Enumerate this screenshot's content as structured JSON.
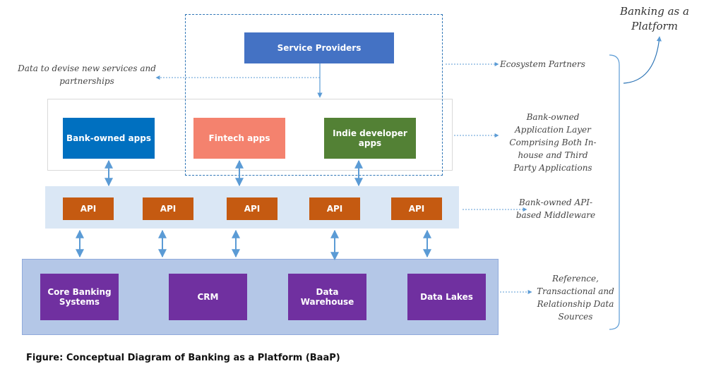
{
  "title": "Banking as a\nPlatform",
  "top": {
    "service_providers": "Service Providers",
    "data_note": "Data to devise new services and\npartnerships"
  },
  "apps": {
    "bank_owned": "Bank-owned apps",
    "fintech": "Fintech apps",
    "indie": "Indie developer\napps"
  },
  "api_label": "API",
  "data_sources": {
    "core_banking": "Core Banking\nSystems",
    "crm": "CRM",
    "data_warehouse": "Data\nWarehouse",
    "data_lakes": "Data Lakes"
  },
  "side_notes": {
    "ecosystem": "Ecosystem Partners",
    "app_layer": "Bank-owned\nApplication Layer\nComprising Both In-\nhouse and Third\nParty Applications",
    "middleware": "Bank-owned API-\nbased Middleware",
    "sources": "Reference,\nTransactional and\nRelationship Data\nSources"
  },
  "caption": "Figure: Conceptual Diagram of Banking as a Platform (BaaP)",
  "colors": {
    "service_providers": "#4472c4",
    "bank_owned": "#0070c0",
    "fintech": "#f4826e",
    "indie": "#538135",
    "api": "#c55a11",
    "data_source": "#7030a0",
    "middleware_bg": "#dae7f5",
    "sources_bg": "#b4c7e7",
    "arrow": "#5b9bd5"
  }
}
